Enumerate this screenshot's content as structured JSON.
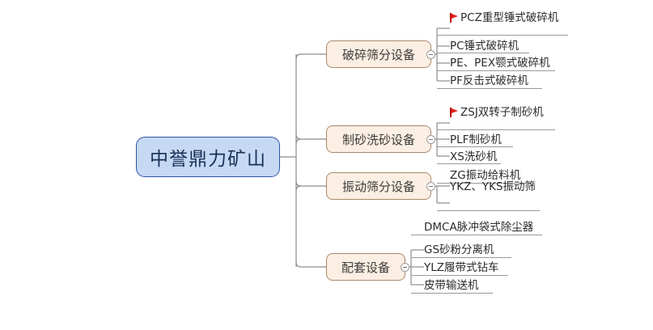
{
  "diagram": {
    "type": "mind-map",
    "title": "中誉鼎力矿山",
    "colors": {
      "root_fill": "#c5d9f4",
      "root_border": "#2f55a4",
      "branch_fill": "#fbeee2",
      "branch_border": "#a9896c",
      "link": "#8c8c8c",
      "flag": "#e2211c",
      "background": "#ffffff"
    },
    "root": {
      "label": "中誉鼎力矿山"
    },
    "branches": [
      {
        "label": "破碎筛分设备",
        "toggle_icon": "collapse-minus-icon",
        "leaves": [
          {
            "label": "PCZ重型锤式破碎机",
            "flag": true,
            "flag_icon": "red-flag-icon"
          },
          {
            "label": "PC锤式破碎机",
            "flag": false,
            "flag_icon": ""
          },
          {
            "label": "PE、PEX颚式破碎机",
            "flag": false,
            "flag_icon": ""
          },
          {
            "label": "PF反击式破碎机",
            "flag": false,
            "flag_icon": ""
          }
        ]
      },
      {
        "label": "制砂洗砂设备",
        "toggle_icon": "collapse-minus-icon",
        "leaves": [
          {
            "label": "ZSJ双转子制砂机",
            "flag": true,
            "flag_icon": "red-flag-icon"
          },
          {
            "label": "PLF制砂机",
            "flag": false,
            "flag_icon": ""
          },
          {
            "label": "XS洗砂机",
            "flag": false,
            "flag_icon": ""
          }
        ]
      },
      {
        "label": "振动筛分设备",
        "toggle_icon": "collapse-minus-icon",
        "leaves": [
          {
            "label": "ZG振动给料机",
            "flag": false,
            "flag_icon": ""
          },
          {
            "label": "YKZ、YKS振动筛",
            "flag": false,
            "flag_icon": ""
          }
        ]
      },
      {
        "label": "配套设备",
        "toggle_icon": "collapse-minus-icon",
        "leaves": [
          {
            "label": "DMCA脉冲袋式除尘器",
            "flag": false,
            "flag_icon": ""
          },
          {
            "label": "GS砂粉分离机",
            "flag": false,
            "flag_icon": ""
          },
          {
            "label": "YLZ履带式钻车",
            "flag": false,
            "flag_icon": ""
          },
          {
            "label": "皮带输送机",
            "flag": false,
            "flag_icon": ""
          }
        ]
      }
    ]
  }
}
